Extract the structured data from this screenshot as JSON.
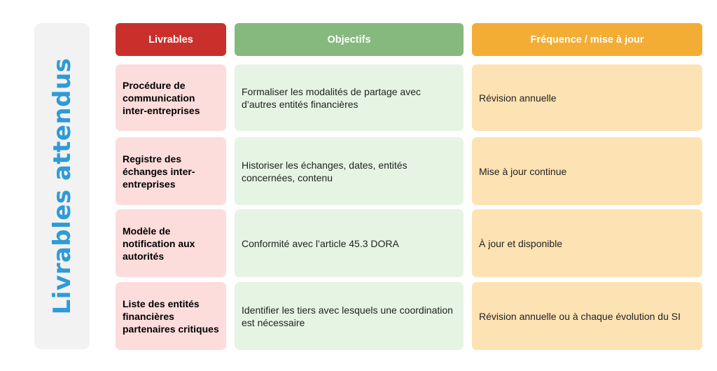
{
  "side_title": "Livrables attendus",
  "headers": {
    "livrables": "Livrables",
    "objectifs": "Objectifs",
    "frequence": "Fréquence / mise à jour"
  },
  "colors": {
    "livrables_header": "#c9302c",
    "objectifs_header": "#86b97e",
    "frequence_header": "#f4ad34",
    "side_title": "#2e9bd6"
  },
  "rows": [
    {
      "livrable": "Procédure de communication inter-entreprises",
      "objectif": "Formaliser les modalités de partage avec d’autres entités financières",
      "frequence": "Révision annuelle"
    },
    {
      "livrable": "Registre des échanges inter-entreprises",
      "objectif": "Historiser les échanges, dates, entités concernées, contenu",
      "frequence": "Mise à jour continue"
    },
    {
      "livrable": "Modèle de notification aux autorités",
      "objectif": "Conformité avec l’article 45.3 DORA",
      "frequence": "À jour et disponible"
    },
    {
      "livrable": "Liste des entités financières partenaires critiques",
      "objectif": "Identifier les tiers avec lesquels une coordination est nécessaire",
      "frequence": "Révision annuelle ou à chaque évolution du SI"
    }
  ]
}
